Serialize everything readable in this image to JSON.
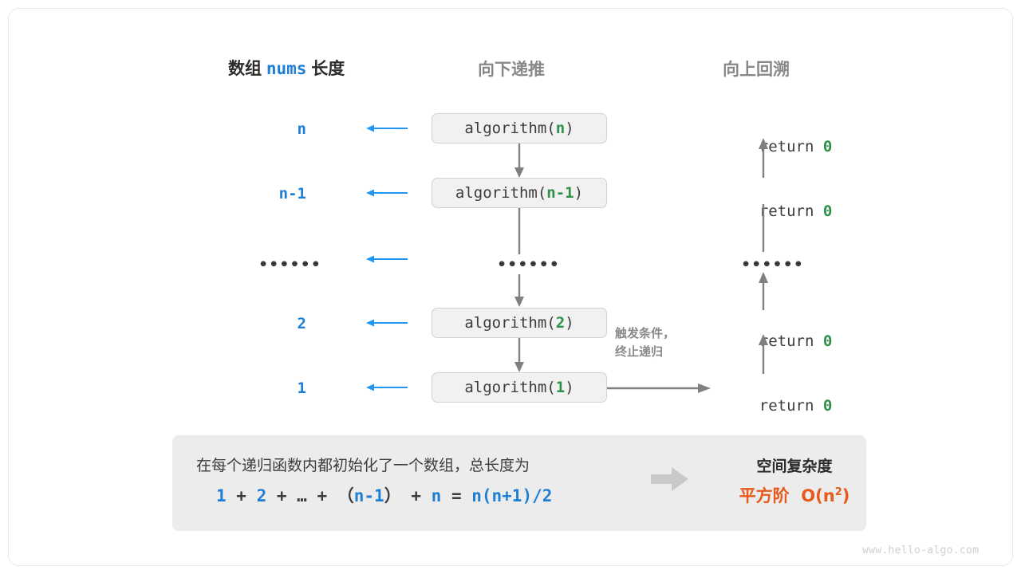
{
  "headers": {
    "left_prefix": "数组",
    "left_mono": "nums",
    "left_suffix": "长度",
    "middle": "向下递推",
    "right": "向上回溯"
  },
  "rows": [
    {
      "length": "n",
      "call_prefix": "algorithm(",
      "call_arg": "n",
      "call_suffix": ")",
      "return_text": "return ",
      "return_value": "0"
    },
    {
      "length": "n-1",
      "call_prefix": "algorithm(",
      "call_arg": "n-1",
      "call_suffix": ")",
      "return_text": "return ",
      "return_value": "0"
    },
    {
      "length": "••••••",
      "call_prefix": "",
      "call_arg": "••••••",
      "call_suffix": "",
      "return_text": "",
      "return_value": "••••••"
    },
    {
      "length": "2",
      "call_prefix": "algorithm(",
      "call_arg": "2",
      "call_suffix": ")",
      "return_text": "return ",
      "return_value": "0"
    },
    {
      "length": "1",
      "call_prefix": "algorithm(",
      "call_arg": "1",
      "call_suffix": ")",
      "return_text": "return ",
      "return_value": "0"
    }
  ],
  "note": {
    "line1": "触发条件，",
    "line2": "终止递归"
  },
  "summary": {
    "text": "在每个递归函数内都初始化了一个数组，总长度为",
    "formula": {
      "t1": "1",
      "op1": " + ",
      "t2": "2",
      "op2": " + … + （",
      "t3": "n-1",
      "op3": "） + ",
      "t4": "n",
      "op4": " = ",
      "t5": "n(n+1)/2"
    },
    "title": "空间复杂度",
    "value_label": "平方阶",
    "value_big": "O(n",
    "value_sup": "2",
    "value_tail": ")"
  },
  "watermark": "www.hello-algo.com",
  "colors": {
    "blue": "#1f7fd4",
    "green": "#2e9148",
    "gray_arrow": "#808080",
    "orange": "#e8591a",
    "panel": "#ececec",
    "box_fill": "#f1f1f1",
    "box_border": "#d2d2d2"
  }
}
